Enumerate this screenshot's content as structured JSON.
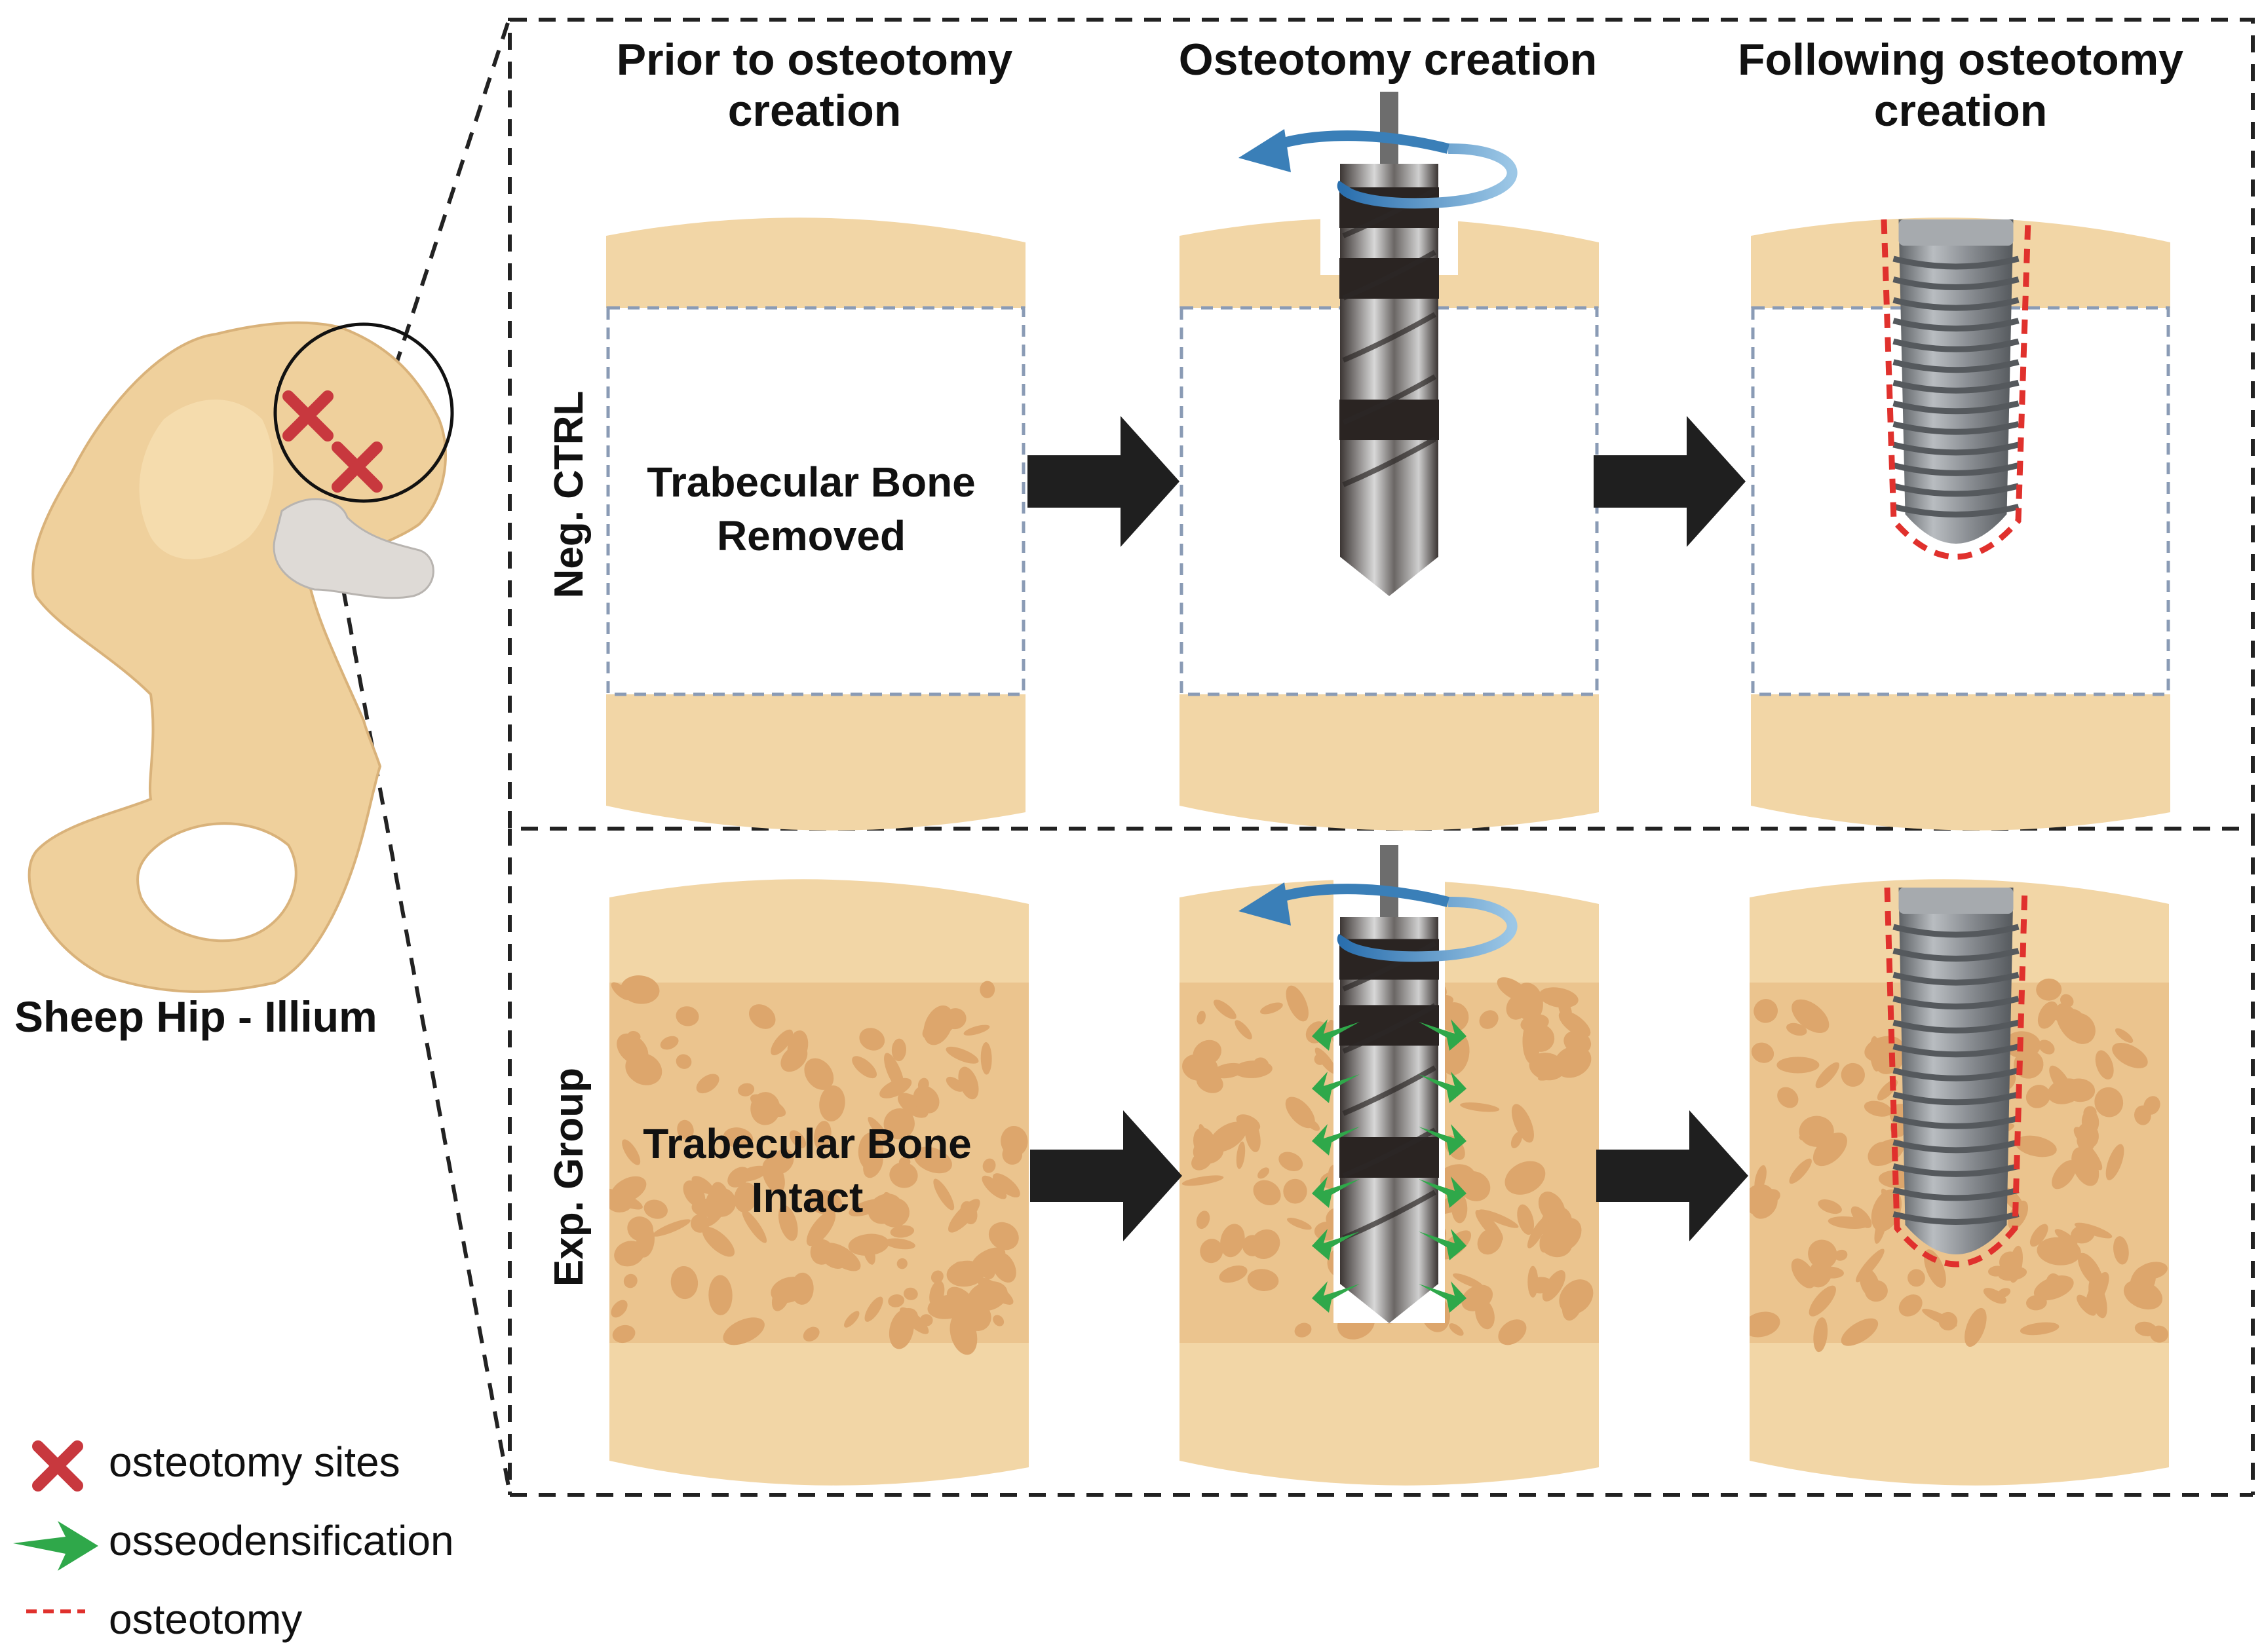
{
  "columns": {
    "prior": "Prior to osteotomy creation",
    "creation": "Osteotomy creation",
    "following": "Following osteotomy creation"
  },
  "rows": {
    "neg_ctrl": "Neg. CTRL",
    "exp_group": "Exp. Group"
  },
  "panel_text": {
    "removed_line1": "Trabecular Bone",
    "removed_line2": "Removed",
    "intact_line1": "Trabecular Bone",
    "intact_line2": "Intact"
  },
  "hip_label": "Sheep Hip - Illium",
  "legend": {
    "sites": "osteotomy sites",
    "osseo": "osseodensification",
    "osteotomy": "osteotomy"
  },
  "colors": {
    "bone_cortex": "#f2d6a6",
    "bone_trabecular": "#ebc48e",
    "bone_pore": "#dda66c",
    "removed_outline": "#8a9bb5",
    "cross": "#c8383e",
    "arrow_green": "#2fa84a",
    "osteotomy_line": "#e0312d",
    "process_arrow": "#1f1f1f",
    "drill_dark": "#2a2422",
    "implant": "#8e9296",
    "rotation_arrow": "#3a7fb8"
  },
  "icons": {
    "cross": "x-mark-icon",
    "green_arrow": "arrow-right-icon",
    "dashed_line": "dashed-line-icon"
  }
}
